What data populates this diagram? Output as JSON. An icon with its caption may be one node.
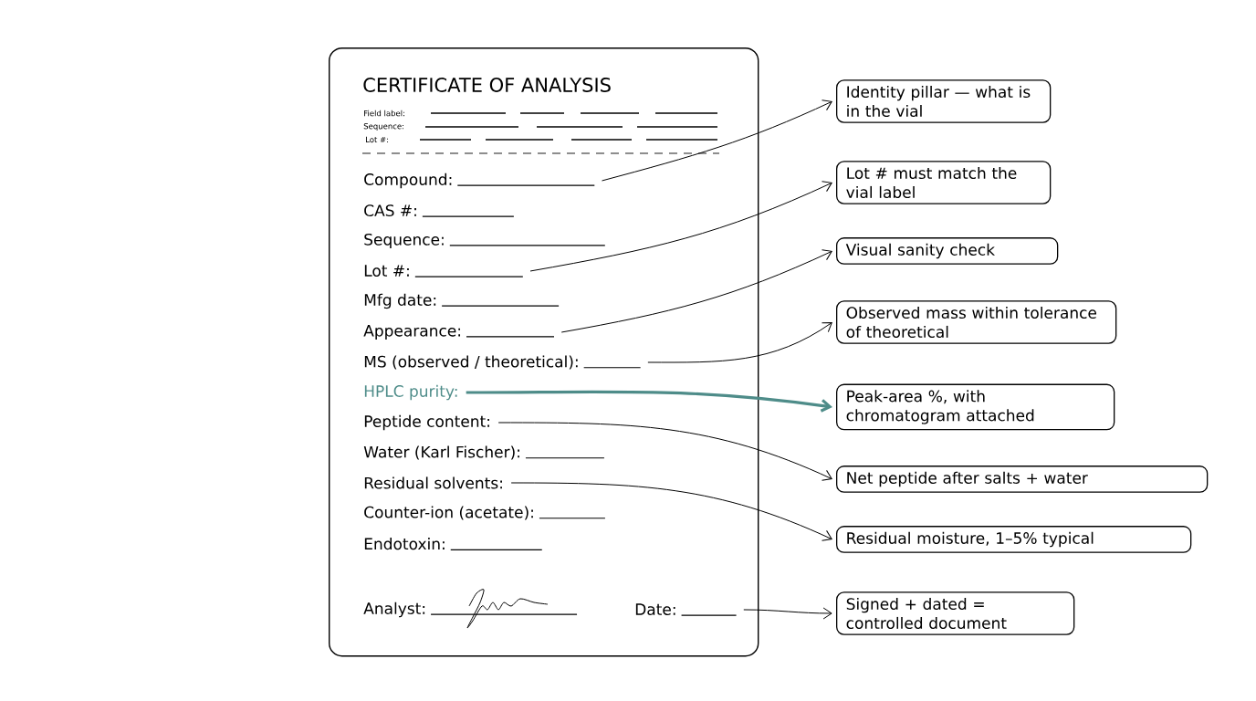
{
  "diagram": {
    "nodes": [
      {
        "text": [
          "CERTIFICATE OF ANALYSIS"
        ]
      },
      {
        "text": [
          "Field label:"
        ],
        "in": 0
      },
      {
        "text": [
          "Sequence:"
        ],
        "in": 0
      },
      {
        "text": [
          "Lot #:"
        ],
        "in": 0
      },
      {
        "text": [
          "Compound:"
        ],
        "in": 0
      },
      {
        "text": [
          "CAS #:"
        ],
        "in": 0
      },
      {
        "text": [
          "Sequence:"
        ],
        "in": 0
      },
      {
        "text": [
          "Lot #:"
        ],
        "in": 0
      },
      {
        "text": [
          "Mfg date:"
        ],
        "in": 0
      },
      {
        "text": [
          "Appearance:"
        ],
        "in": 0
      },
      {
        "text": [
          "MS (observed / theoretical):"
        ],
        "in": 0
      },
      {
        "text": [
          "HPLC purity:"
        ],
        "in": 0
      },
      {
        "text": [
          "Peptide content:"
        ],
        "in": 0
      },
      {
        "text": [
          "Water (Karl Fischer):"
        ],
        "in": 0
      },
      {
        "text": [
          "Residual solvents:"
        ],
        "in": 0
      },
      {
        "text": [
          "Counter-ion (acetate):"
        ],
        "in": 0
      },
      {
        "text": [
          "Endotoxin:"
        ],
        "in": 0
      },
      {
        "text": [
          "Analyst:"
        ],
        "in": 0
      },
      {
        "text": [
          "Date:"
        ],
        "in": 0
      },
      {
        "text": [
          "Identity pillar — what is in the vial"
        ]
      },
      {
        "text": [
          "Lot # must match the vial label"
        ]
      },
      {
        "text": [
          "Visual sanity check"
        ]
      },
      {
        "text": [
          "Observed mass within tolerance of theoretical"
        ]
      },
      {
        "text": [
          "Peak-area %, with chromatogram attached"
        ]
      },
      {
        "text": [
          "Net peptide after salts + water"
        ]
      },
      {
        "text": [
          "Residual moisture, 1–5% typical"
        ]
      },
      {
        "text": [
          "Signed + dated = controlled document"
        ]
      }
    ],
    "edges": [
      {
        "from": 4,
        "to": 19,
        "arrow": "to"
      },
      {
        "from": 7,
        "to": 20,
        "arrow": "to"
      },
      {
        "from": 9,
        "to": 21,
        "arrow": "to"
      },
      {
        "from": 10,
        "to": 22,
        "arrow": "to"
      },
      {
        "from": 11,
        "to": 23,
        "arrow": "to",
        "style": "thick",
        "color": "#4e8c89"
      },
      {
        "from": 12,
        "to": 24,
        "arrow": "to"
      },
      {
        "from": 14,
        "to": 25,
        "arrow": "to"
      },
      {
        "from": 18,
        "to": 26,
        "arrow": "to"
      }
    ]
  }
}
